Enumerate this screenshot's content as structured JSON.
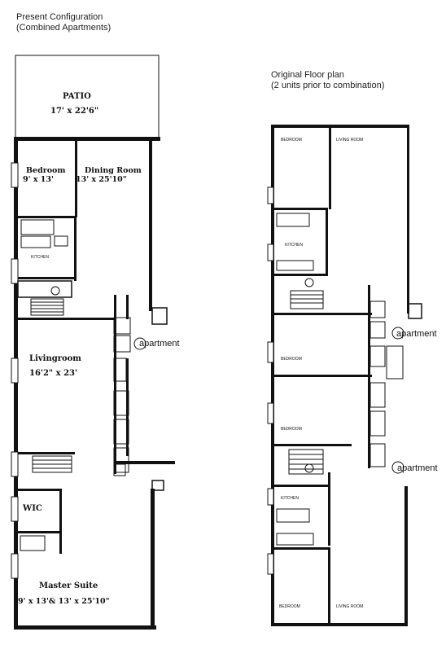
{
  "left_plan": {
    "title_line1": "Present Configuration",
    "title_line2": "(Combined Apartments)",
    "rooms": {
      "patio_name": "PATIO",
      "patio_dims": "17' x 22'6\"",
      "bedroom_name": "Bedroom",
      "bedroom_dims": "9' x 13'",
      "dining_name": "Dining Room",
      "dining_dims": "13' x 25'10\"",
      "living_name": "Livingroom",
      "living_dims": "16'2\" x 23'",
      "wic_name": "WIC",
      "master_name": "Master Suite",
      "master_dims": "9' x 13'& 13' x 25'10\"",
      "kitchen_name": "KITCHEN"
    },
    "apartment_label": "apartment"
  },
  "right_plan": {
    "title_line1": "Original Floor plan",
    "title_line2": "(2 units prior to combination)",
    "rooms": {
      "top_bedroom": "BEDROOM",
      "top_living": "LIVING ROOM",
      "top_kitchen": "KITCHEN",
      "mid_bedroom_1": "BEDROOM",
      "mid_bedroom_2": "BEDROOM",
      "bottom_kitchen": "KITCHEN",
      "bottom_bedroom": "BEDROOM",
      "bottom_living": "LIVING ROOM"
    },
    "apartment_label_1": "apartment",
    "apartment_label_2": "apartment"
  }
}
